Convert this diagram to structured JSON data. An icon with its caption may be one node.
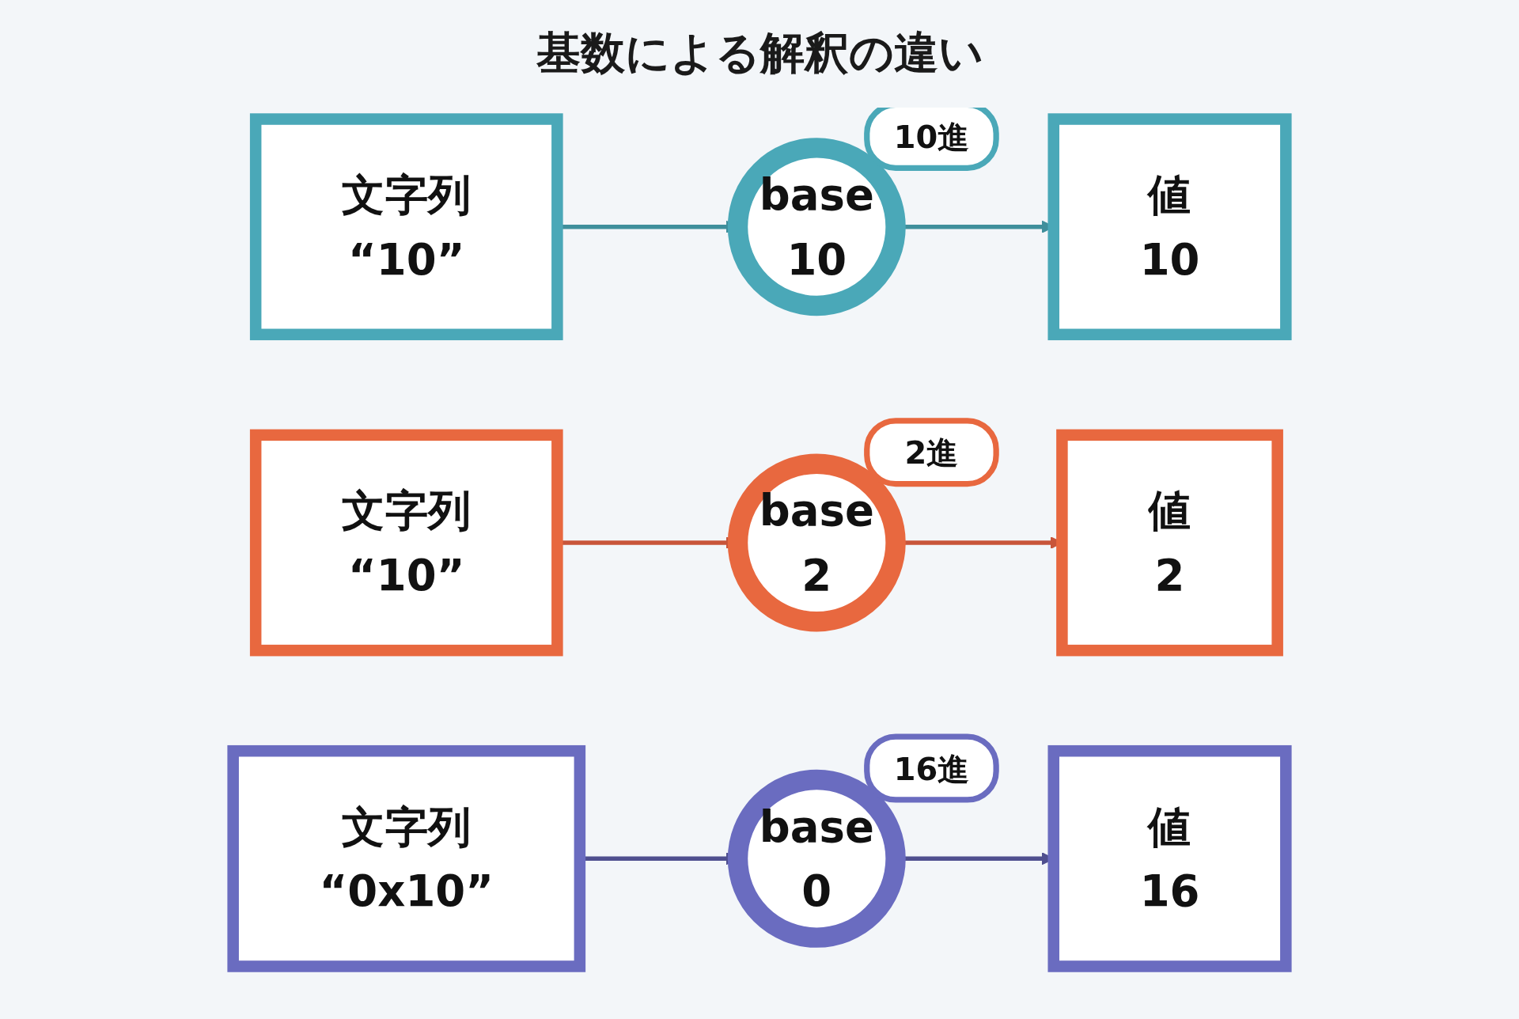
{
  "diagram": {
    "title": "基数による解釈の違い",
    "nodes": [
      {
        "text": [
          "文字列",
          "“10”"
        ]
      },
      {
        "text": [
          "base",
          "10"
        ],
        "beside": [
          "10進"
        ]
      },
      {
        "text": [
          "値",
          "10"
        ]
      },
      {
        "text": [
          "文字列",
          "“10”"
        ]
      },
      {
        "text": [
          "base",
          "2"
        ],
        "beside": [
          "2進"
        ]
      },
      {
        "text": [
          "値",
          "2"
        ]
      },
      {
        "text": [
          "文字列",
          "“0x10”"
        ]
      },
      {
        "text": [
          "base",
          "0"
        ],
        "beside": [
          "16進"
        ]
      },
      {
        "text": [
          "値",
          "16"
        ]
      }
    ],
    "edges": [
      {
        "from": 0,
        "to": 1,
        "arrow": "to",
        "color": "#3f8f9c"
      },
      {
        "from": 1,
        "to": 2,
        "arrow": "to",
        "color": "#3f8f9c"
      },
      {
        "from": 3,
        "to": 4,
        "arrow": "to",
        "color": "#c8553a"
      },
      {
        "from": 4,
        "to": 5,
        "arrow": "to",
        "color": "#c8553a"
      },
      {
        "from": 6,
        "to": 7,
        "arrow": "to",
        "color": "#4f4f8f"
      },
      {
        "from": 7,
        "to": 8,
        "arrow": "to",
        "color": "#4f4f8f"
      }
    ]
  }
}
